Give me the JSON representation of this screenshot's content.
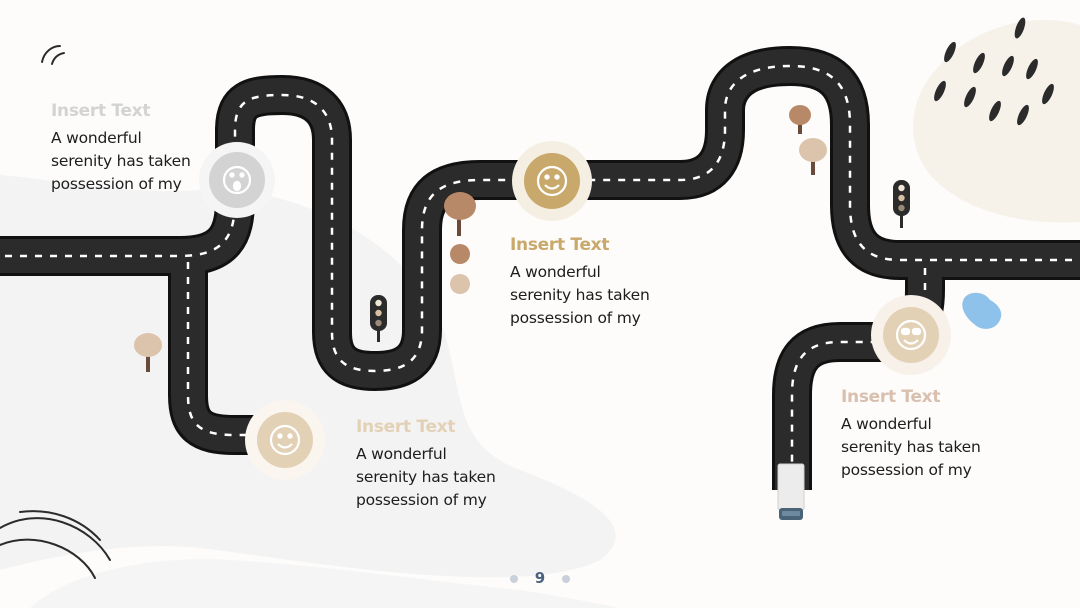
{
  "slide": {
    "page_number": "9",
    "colors": {
      "background": "#fdfcfb",
      "road": "#2b2b2b",
      "road_edge": "#111111",
      "lane_marking": "#ffffff",
      "blob": "#f3f3f3",
      "blob_beige": "#f6f2ea",
      "accent_gray": "#d3d3d3",
      "accent_gold": "#c9a96b",
      "accent_sand": "#e3d1b6",
      "accent_pink": "#d9bfae",
      "page_number": "#4a6280",
      "water": "#8fc2ea"
    },
    "milestones": [
      {
        "heading": "Insert Text",
        "heading_color": "#d3d3d3",
        "body_lines": [
          "A wonderful",
          "serenity has taken",
          "possession of my"
        ],
        "icon": "surprised-face-icon"
      },
      {
        "heading": "Insert Text",
        "heading_color": "#c9a96b",
        "body_lines": [
          "A wonderful",
          "serenity has taken",
          "possession of my"
        ],
        "icon": "smiley-face-icon"
      },
      {
        "heading": "Insert Text",
        "heading_color": "#e3d1b6",
        "body_lines": [
          "A wonderful",
          "serenity has taken",
          "possession of my"
        ],
        "icon": "smiley-face-icon"
      },
      {
        "heading": "Insert Text",
        "heading_color": "#d9bfae",
        "body_lines": [
          "A wonderful",
          "serenity has taken",
          "possession of my"
        ],
        "icon": "sunglasses-face-icon"
      }
    ],
    "decorations": [
      "traffic-light-icon",
      "tree-icon",
      "truck-icon",
      "raindrops-icon",
      "puddle-icon",
      "wind-lines-icon"
    ]
  }
}
